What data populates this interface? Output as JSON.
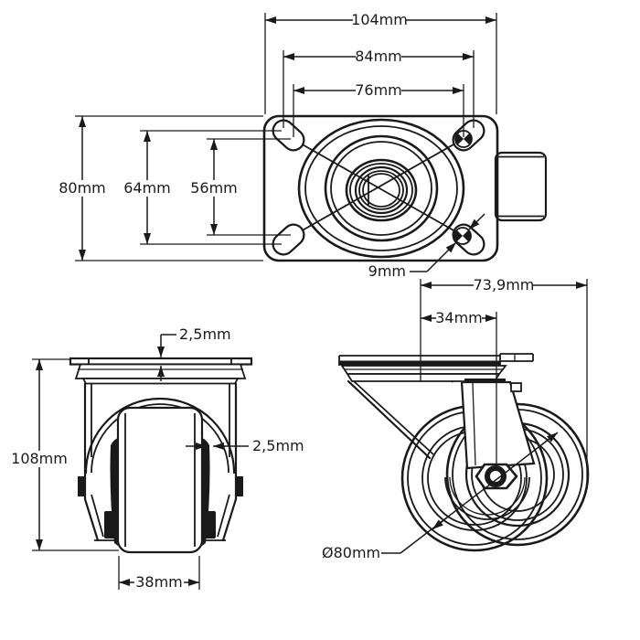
{
  "theme": {
    "ink": "#1a1a1a",
    "paper": "#ffffff"
  },
  "drawing_type": "caster-wheel-dimension-drawing",
  "dimensions": {
    "top_view": {
      "overall_length": "104mm",
      "hole_spacing_length_outer": "84mm",
      "hole_spacing_length_inner": "76mm",
      "overall_width": "80mm",
      "hole_spacing_width_outer": "64mm",
      "hole_spacing_width_inner": "56mm",
      "bolt_hole_diameter": "9mm"
    },
    "front_view": {
      "plate_thickness": "2,5mm",
      "fork_material_thickness": "2,5mm",
      "overall_height": "108mm",
      "wheel_width": "38mm"
    },
    "side_view": {
      "total_offset_length": "73,9mm",
      "swivel_axis_to_axle": "34mm",
      "wheel_diameter": "Ø80mm"
    }
  }
}
